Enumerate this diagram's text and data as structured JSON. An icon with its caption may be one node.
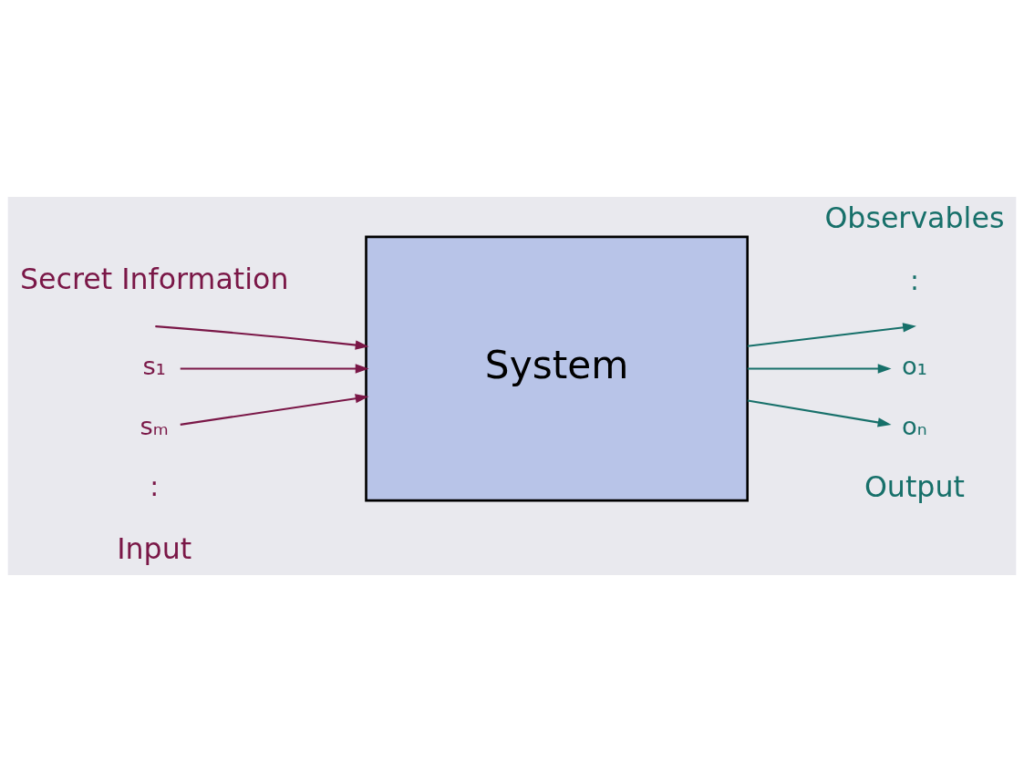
{
  "diagram": {
    "nodes": [
      {
        "text": [
          "System"
        ]
      },
      {
        "text": [
          "s₁"
        ]
      },
      {
        "text": [
          "sₘ"
        ]
      },
      {
        "text": [
          "o₁"
        ]
      },
      {
        "text": [
          "oₙ"
        ]
      }
    ],
    "edges": [
      {
        "from": 1,
        "to": 0,
        "arrow": "to",
        "color": "#7a1747"
      },
      {
        "from": null,
        "to": 0,
        "arrow": "to",
        "color": "#7a1747"
      },
      {
        "from": 2,
        "to": 0,
        "arrow": "to",
        "color": "#7a1747"
      },
      {
        "from": 0,
        "to": 3,
        "arrow": "to",
        "color": "#17706a"
      },
      {
        "from": 0,
        "to": null,
        "arrow": "to",
        "color": "#17706a"
      },
      {
        "from": 0,
        "to": 4,
        "arrow": "to",
        "color": "#17706a"
      }
    ],
    "labels": [
      "Secret Information",
      "Observables",
      ":",
      ":",
      "Input",
      "Output"
    ]
  }
}
